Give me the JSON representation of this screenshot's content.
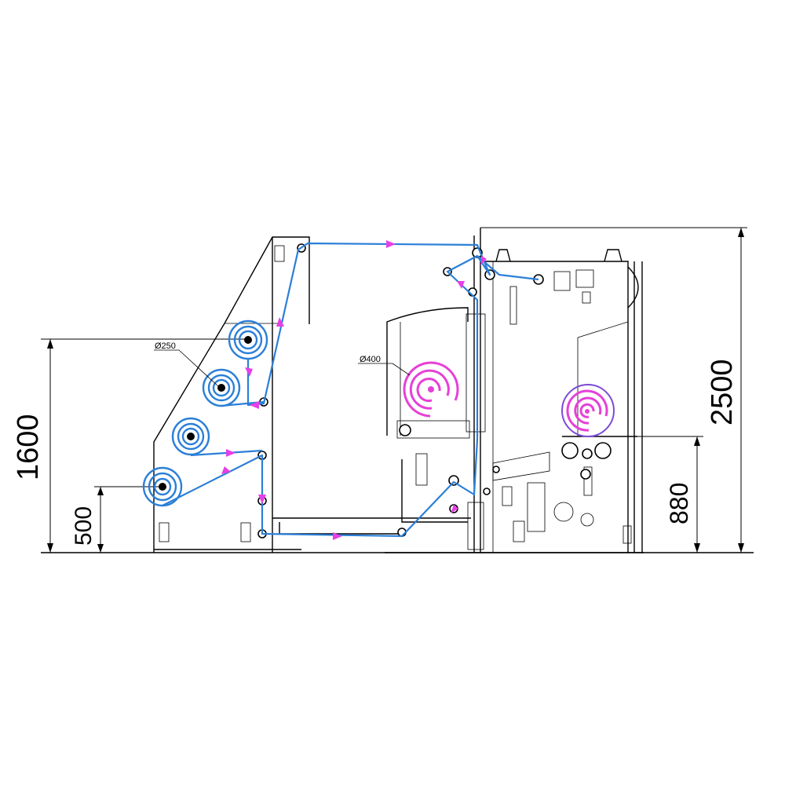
{
  "dimensions": {
    "total_height": "2500",
    "height_1600": "1600",
    "height_880": "880",
    "height_500": "500"
  },
  "labels": {
    "unwind_roll_diameter": "Ø250",
    "rewind_roll_diameter": "Ø400"
  },
  "colors": {
    "web_path": "#2b7fd8",
    "direction_arrow": "#e63fe6",
    "large_roll": "#e640d8",
    "frame": "#000000"
  }
}
